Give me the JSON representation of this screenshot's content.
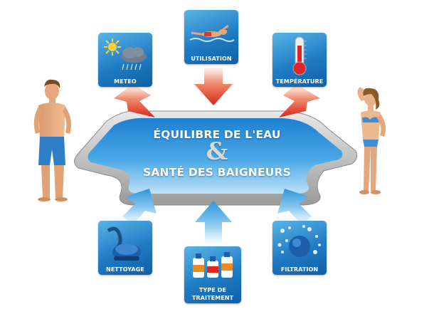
{
  "diagram": {
    "title_line1": "ÉQUILIBRE DE L'EAU",
    "ampersand": "&",
    "title_line2": "SANTÉ DES BAIGNEURS",
    "inputs_top": [
      {
        "label": "METEO",
        "icon": "weather-icon"
      },
      {
        "label": "UTILISATION",
        "icon": "swimmer-icon"
      },
      {
        "label": "TEMPÉRATURE",
        "icon": "thermometer-icon"
      }
    ],
    "inputs_bottom": [
      {
        "label": "NETTOYAGE",
        "icon": "pool-cleaner-icon"
      },
      {
        "label_line1": "TYPE DE",
        "label_line2": "TRAITEMENT",
        "icon": "treatment-bottles-icon"
      },
      {
        "label": "FILTRATION",
        "icon": "filtration-bubbles-icon"
      }
    ],
    "colors": {
      "tile": "#1f7cc4",
      "arrow_top": "#e23b22",
      "arrow_bottom": "#3fa3e0",
      "water": "#3a9be0",
      "pool_border": "#c9c9c9"
    }
  }
}
